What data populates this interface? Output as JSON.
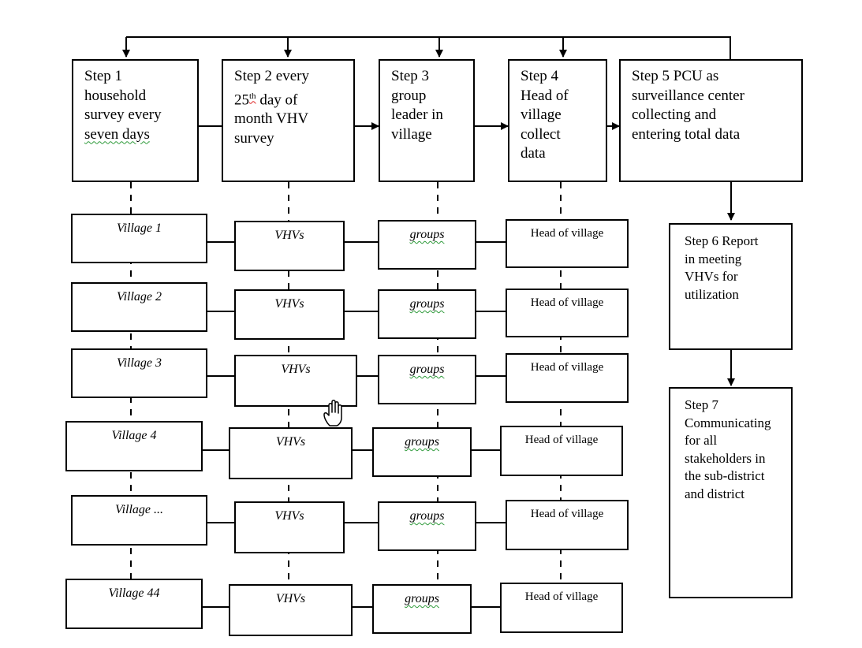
{
  "steps": {
    "step1": {
      "line1": "Step 1",
      "line2": "household",
      "line3": "survey every",
      "line4": "seven days"
    },
    "step2": {
      "line1": "Step 2 every",
      "line2_a": "25",
      "line2_sup": "th",
      "line2_b": "day of",
      "line3": "month VHV",
      "line4": "survey"
    },
    "step3": {
      "line1": "Step 3",
      "line2": "group",
      "line3": "leader in",
      "line4": "village"
    },
    "step4": {
      "line1": "Step 4",
      "line2": "Head of",
      "line3": "village",
      "line4": "collect",
      "line5": "data"
    },
    "step5": {
      "line1": "Step 5 PCU as",
      "line2": "surveillance center",
      "line3": "collecting and",
      "line4": "entering total data"
    },
    "step6": {
      "line1": "Step 6 Report",
      "line2": "in meeting",
      "line3": "VHVs for",
      "line4": "utilization"
    },
    "step7": {
      "line1": "Step 7",
      "line2": "Communicating",
      "line3": "for all",
      "line4": "stakeholders in",
      "line5": "the sub-district",
      "line6": "and district"
    }
  },
  "rows": [
    {
      "village": "Village 1",
      "vhv": "VHVs",
      "group": "groups",
      "head": "Head of village"
    },
    {
      "village": "Village 2",
      "vhv": "VHVs",
      "group": "groups",
      "head": "Head of village"
    },
    {
      "village": "Village 3",
      "vhv": "VHVs",
      "group": "groups",
      "head": "Head of village"
    },
    {
      "village": "Village 4",
      "vhv": "VHVs",
      "group": "groups",
      "head": "Head of village"
    },
    {
      "village": "Village ...",
      "vhv": "VHVs",
      "group": "groups",
      "head": "Head of village"
    },
    {
      "village": "Village 44",
      "vhv": "VHVs",
      "group": "groups",
      "head": "Head of village"
    }
  ],
  "icons": {
    "cursor": "hand-pointer-icon"
  }
}
